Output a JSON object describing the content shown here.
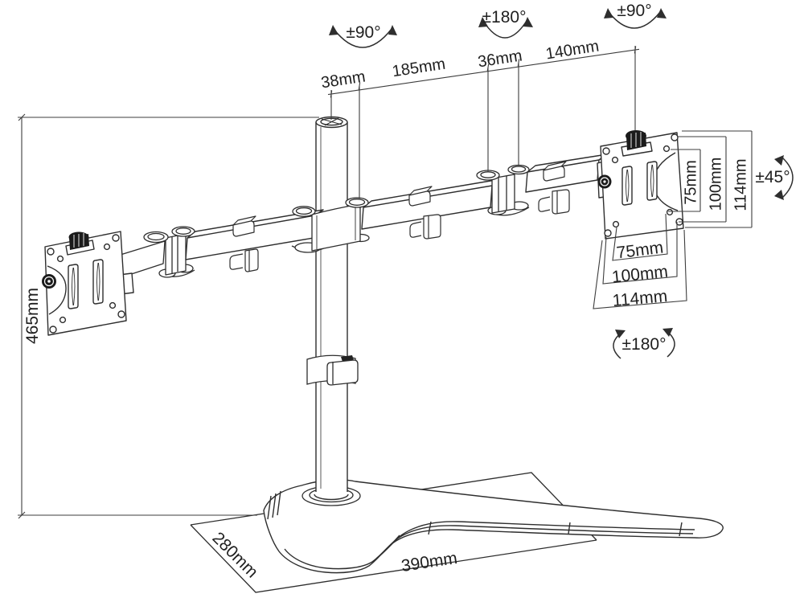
{
  "labels": {
    "height": "465mm",
    "base_depth": "280mm",
    "base_width": "390mm",
    "pole_offset": "38mm",
    "arm_length": "185mm",
    "joint_width": "36mm",
    "arm_end_length": "140mm",
    "swivel_top_left": "±90°",
    "swivel_top_center": "±180°",
    "swivel_top_right": "±90°",
    "tilt_right": "±45°",
    "rotate_plate_bottom": "±180°",
    "vesa_vertical": [
      "75mm",
      "100mm",
      "114mm"
    ],
    "vesa_horizontal": [
      "75mm",
      "100mm",
      "114mm"
    ]
  },
  "colors": {
    "background": "#ffffff",
    "line": "#2e2e2e",
    "dimension_line": "#3d3d3d",
    "label_text": "#1f1f1f",
    "knob_fill": "#1b1b1b"
  }
}
